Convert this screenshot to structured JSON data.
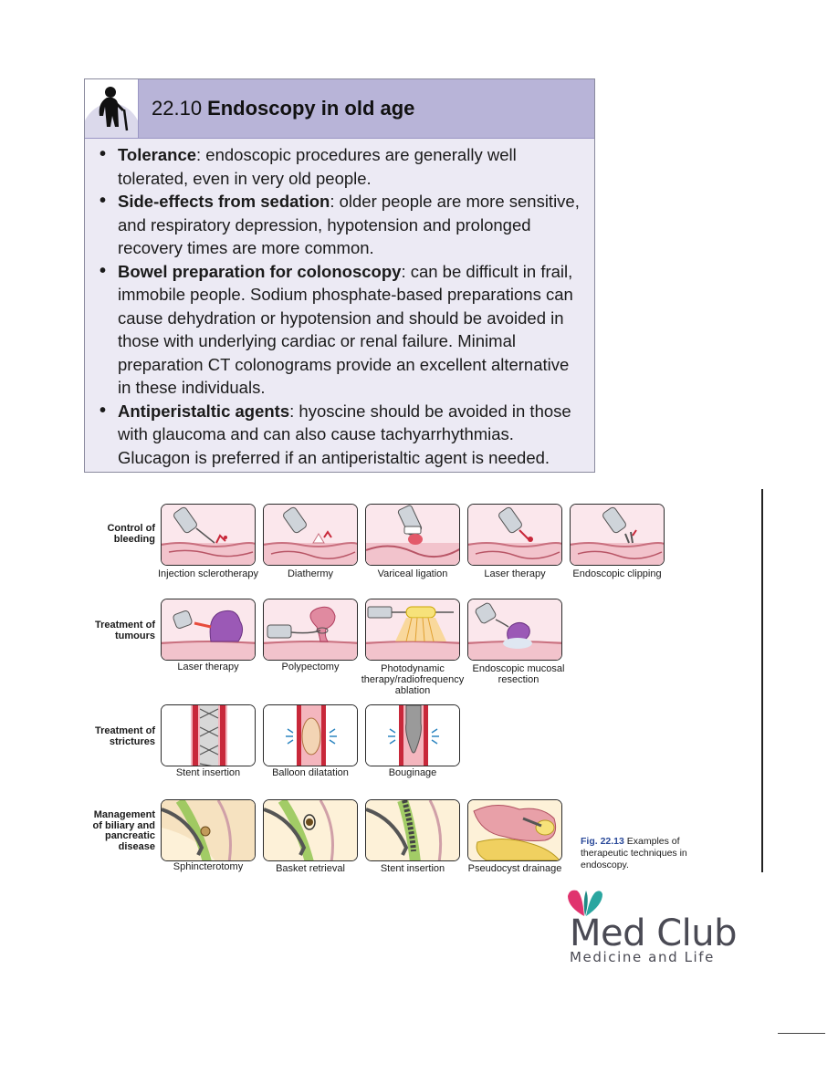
{
  "box": {
    "number": "22.10",
    "title": "Endoscopy in old age",
    "items": [
      {
        "term": "Tolerance",
        "text": ": endoscopic procedures are generally well tolerated, even in very old people."
      },
      {
        "term": "Side-effects from sedation",
        "text": ": older people are more sensitive, and respiratory depression, hypotension and prolonged recovery times are more common."
      },
      {
        "term": "Bowel preparation for colonoscopy",
        "text": ": can be difficult in frail, immobile people. Sodium phosphate-based preparations can cause dehydration or hypotension and should be avoided in those with underlying cardiac or renal failure. Minimal preparation CT colonograms provide an excellent alternative in these individuals."
      },
      {
        "term": "Antiperistaltic agents",
        "text": ": hyoscine should be avoided in those with glaucoma and can also cause tachyarrhythmias. Glucagon is preferred if an antiperistaltic agent is needed."
      }
    ]
  },
  "figure": {
    "rows": [
      {
        "label": "Control of\nbleeding",
        "items": [
          "Injection sclerotherapy",
          "Diathermy",
          "Variceal ligation",
          "Laser therapy",
          "Endoscopic clipping"
        ]
      },
      {
        "label": "Treatment of\ntumours",
        "items": [
          "Laser therapy",
          "Polypectomy",
          "Photodynamic\ntherapy/radiofrequency\nablation",
          "Endoscopic mucosal\nresection"
        ]
      },
      {
        "label": "Treatment of\nstrictures",
        "items": [
          "Stent insertion",
          "Balloon dilatation",
          "Bouginage"
        ]
      },
      {
        "label": "Management\nof biliary and\npancreatic\ndisease",
        "items": [
          "Sphincterotomy",
          "Basket retrieval",
          "Stent insertion",
          "Pseudocyst drainage"
        ]
      }
    ],
    "caption_number": "Fig. 22.13",
    "caption_text": " Examples of therapeutic techniques in endoscopy."
  },
  "logo": {
    "name": "Med Club",
    "tagline": "Medicine and Life",
    "colors": {
      "leaf_teal": "#2aa6a0",
      "leaf_pink": "#e0336e",
      "text": "#4a4a54"
    }
  },
  "colors": {
    "box_header": "#b8b4d8",
    "box_body": "#eceaf4",
    "tissue": "#f2c3cc",
    "tissue_dark": "#c9707f",
    "stricture_red": "#c8283a",
    "biliary_yellow": "#f0d060"
  }
}
